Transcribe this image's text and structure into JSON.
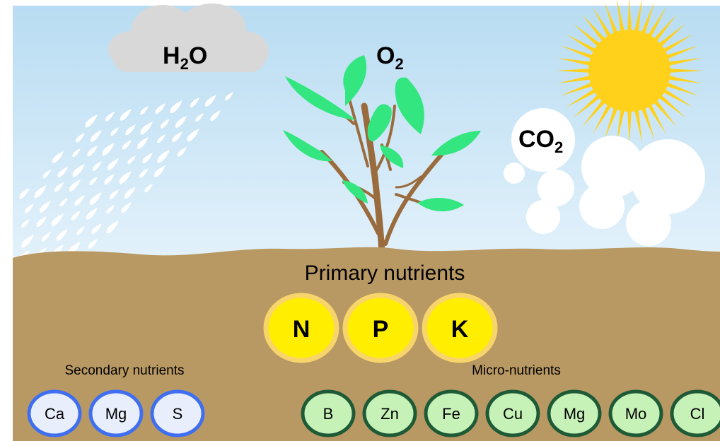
{
  "sky_labels": {
    "water": {
      "main": "H",
      "sub": "2",
      "tail": "O"
    },
    "oxygen": {
      "main": "O",
      "sub": "2"
    },
    "carbon_dioxide": {
      "main": "CO",
      "sub": "2"
    }
  },
  "primary": {
    "title": "Primary nutrients",
    "items": [
      "N",
      "P",
      "K"
    ]
  },
  "secondary": {
    "title": "Secondary nutrients",
    "items": [
      "Ca",
      "Mg",
      "S"
    ]
  },
  "micro": {
    "title": "Micro-nutrients",
    "items": [
      "B",
      "Zn",
      "Fe",
      "Cu",
      "Mg",
      "Mo",
      "Cl"
    ]
  },
  "colors": {
    "sky_top": "#b8dcf2",
    "sky_bottom": "#e4f2fb",
    "soil": "#b99963",
    "cloud": "#d8d8d8",
    "sun": "#ffd11a",
    "leaf": "#33e680",
    "stem": "#9a6b3c",
    "primary_fill": "#ffee00",
    "primary_ring": "#f7d56a",
    "secondary_fill": "#e8eefc",
    "secondary_ring": "#3f6ff0",
    "micro_fill": "#c6f2b8",
    "micro_ring": "#1f5a37"
  }
}
